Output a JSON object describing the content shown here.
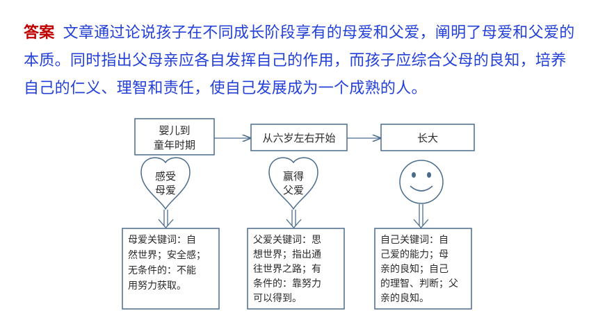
{
  "answer": {
    "label": "答案",
    "text": "文章通过论说孩子在不同成长阶段享有的母爱和父爱，阐明了母爱和父爱的本质。同时指出父母亲应各自发挥自己的作用，而孩子应综合父母的良知，培养自己的仁义、理智和责任，使自己发展成为一个成熟的人。"
  },
  "diagram": {
    "stages": [
      {
        "line1": "婴儿到",
        "line2": "童年时期"
      },
      {
        "line1": "从六岁左右开始",
        "line2": ""
      },
      {
        "line1": "长大",
        "line2": ""
      }
    ],
    "hearts": [
      {
        "line1": "感受",
        "line2": "母爱"
      },
      {
        "line1": "赢得",
        "line2": "父爱"
      }
    ],
    "keywords": [
      [
        "母爱关键词：自",
        "然世界；安全感；",
        "无条件的：不能",
        "用努力获取。"
      ],
      [
        "父爱关键词：思",
        "想世界；指出通",
        "往世界之路；有",
        "条件的：靠努力",
        "可以得到。"
      ],
      [
        "自己关键词：自",
        "己爱的能力；母",
        "亲的良知；自己",
        "的理智、判断；父",
        "亲的良知。"
      ]
    ]
  },
  "colors": {
    "answer_text": "#2340d8",
    "answer_label": "#c00000",
    "diagram_stroke": "#4a6c8c"
  }
}
